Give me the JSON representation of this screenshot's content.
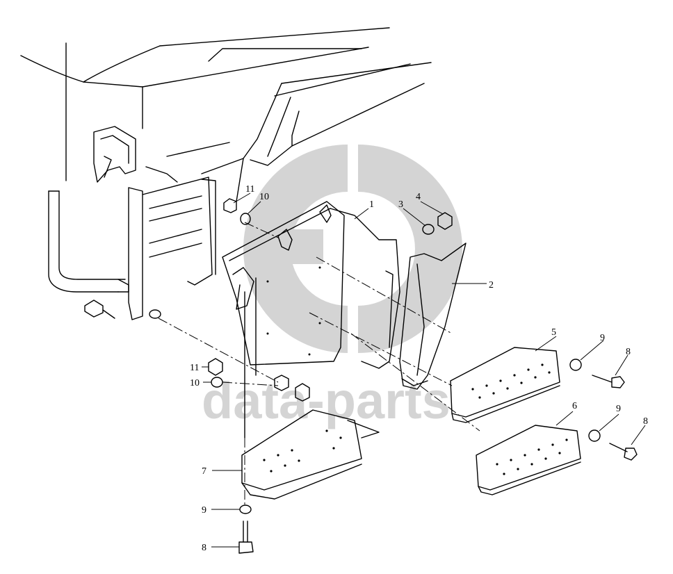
{
  "diagram": {
    "type": "exploded-parts-view",
    "watermark": {
      "text": "data-parts",
      "logo_color": "#d4d4d4"
    },
    "callouts": [
      {
        "id": "c1",
        "label": "1"
      },
      {
        "id": "c2",
        "label": "2"
      },
      {
        "id": "c3",
        "label": "3"
      },
      {
        "id": "c4",
        "label": "4"
      },
      {
        "id": "c5",
        "label": "5"
      },
      {
        "id": "c6",
        "label": "6"
      },
      {
        "id": "c7",
        "label": "7"
      },
      {
        "id": "c8a",
        "label": "8"
      },
      {
        "id": "c8b",
        "label": "8"
      },
      {
        "id": "c8c",
        "label": "8"
      },
      {
        "id": "c9a",
        "label": "9"
      },
      {
        "id": "c9b",
        "label": "9"
      },
      {
        "id": "c9c",
        "label": "9"
      },
      {
        "id": "c10a",
        "label": "10"
      },
      {
        "id": "c10b",
        "label": "10"
      },
      {
        "id": "c11a",
        "label": "11"
      },
      {
        "id": "c11b",
        "label": "11"
      }
    ],
    "line_color": "#000000",
    "background": "#ffffff"
  }
}
